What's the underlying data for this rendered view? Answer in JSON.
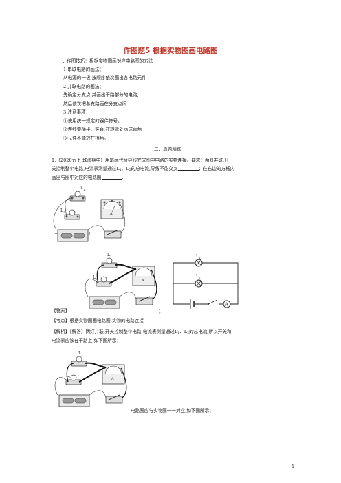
{
  "title": "作图题5 根据实物图画电路图",
  "section1": {
    "heading": "一．作图技巧：根据实物图画对应电路图的方法",
    "series_title": "1.串联电路的画法：",
    "series_text": "从电源的一极,按顺序依次画出各电路元件",
    "parallel_title": "2.并联电路的画法：",
    "parallel_text1": "先确定分支点,并画出干路部分的电路,",
    "parallel_text2": "然后依次把各支路画在分支点间.",
    "notes_title": "3.注意事项：",
    "note1": "①使用统一规定的器件符号。",
    "note2": "②连线要横平、竖直,在转弯处画成直角",
    "note3": "③元件不能放在拐角。"
  },
  "section2": {
    "heading": "二．真题精练"
  },
  "question": {
    "line1": "1.（2020九上·珠海期中）用笔画代替导线完成图中电路的实物连接。要求：两灯并联,开",
    "line2a": "关控制整个电路,电流表测量通过",
    "line2b": "的总电流,导线不能交叉",
    "line2c": "；在右边的方框内",
    "line3": "画出与图中对应的电路图",
    "line3_end": "."
  },
  "labels": {
    "L": "L",
    "sub1": "1",
    "sub2": "2",
    "plus": "+",
    "minus": "−",
    "ammeter": "A",
    "semicolon": "；"
  },
  "answer": {
    "label": "【答案】",
    "kaodian": "【考点】根据实物图画电路图,实物的电路连接",
    "jiexi1a": "【解析】【解答】两灯并联,开关控制整个电路,电流表测量通过",
    "jiexi1b": "的总电流,所以开关和",
    "jiexi2": "电流表应该在干路上,如下图所示：",
    "caption": "电路图应与实物图一一对应,如下图所示："
  },
  "page_number": "1"
}
